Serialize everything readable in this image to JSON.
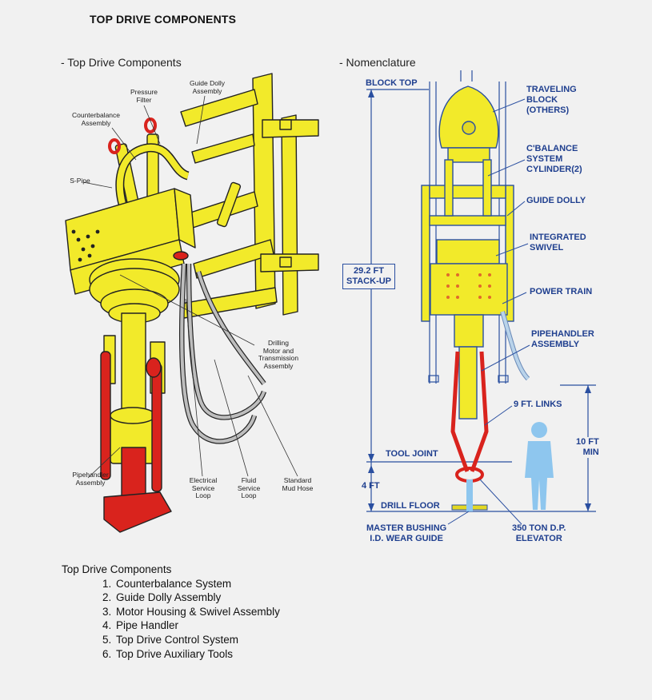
{
  "title": "TOP DRIVE COMPONENTS",
  "left_panel": {
    "heading": "- Top Drive Components",
    "labels": {
      "guide_dolly": "Guide Dolly\nAssembly",
      "pressure_filter": "Pressure\nFilter",
      "counterbalance": "Counterbalance\nAssembly",
      "s_pipe": "S-Pipe",
      "drilling_motor": "Drilling\nMotor and\nTransmission\nAssembly",
      "pipehandler": "Pipehandler\nAssembly",
      "electrical_loop": "Electrical\nService\nLoop",
      "fluid_loop": "Fluid\nService\nLoop",
      "mud_hose": "Standard\nMud Hose"
    }
  },
  "right_panel": {
    "heading": "- Nomenclature",
    "labels": {
      "block_top": "BLOCK TOP",
      "traveling_block": "TRAVELING\nBLOCK\n(OTHERS)",
      "cbalance": "C'BALANCE\nSYSTEM\nCYLINDER(2)",
      "guide_dolly": "GUIDE DOLLY",
      "integrated_swivel": "INTEGRATED\nSWIVEL",
      "power_train": "POWER TRAIN",
      "pipehandler": "PIPEHANDLER\nASSEMBLY",
      "stack_up": "29.2 FT\nSTACK-UP",
      "links": "9 FT. LINKS",
      "min_height": "10 FT\nMIN",
      "tool_joint": "TOOL JOINT",
      "four_ft": "4 FT",
      "drill_floor": "DRILL FLOOR",
      "master_bushing": "MASTER BUSHING\nI.D. WEAR GUIDE",
      "elevator": "350 TON D.P.\nELEVATOR"
    }
  },
  "component_list": {
    "heading": "Top Drive Components",
    "items": [
      "Counterbalance System",
      "Guide Dolly Assembly",
      "Motor Housing & Swivel Assembly",
      "Pipe Handler",
      "Top Drive Control System",
      "Top Drive Auxiliary Tools"
    ]
  },
  "colors": {
    "yellow": "#f2ea2a",
    "red": "#d9231d",
    "navy": "#1f3f8f",
    "blue_figure": "#8ec6ee"
  }
}
